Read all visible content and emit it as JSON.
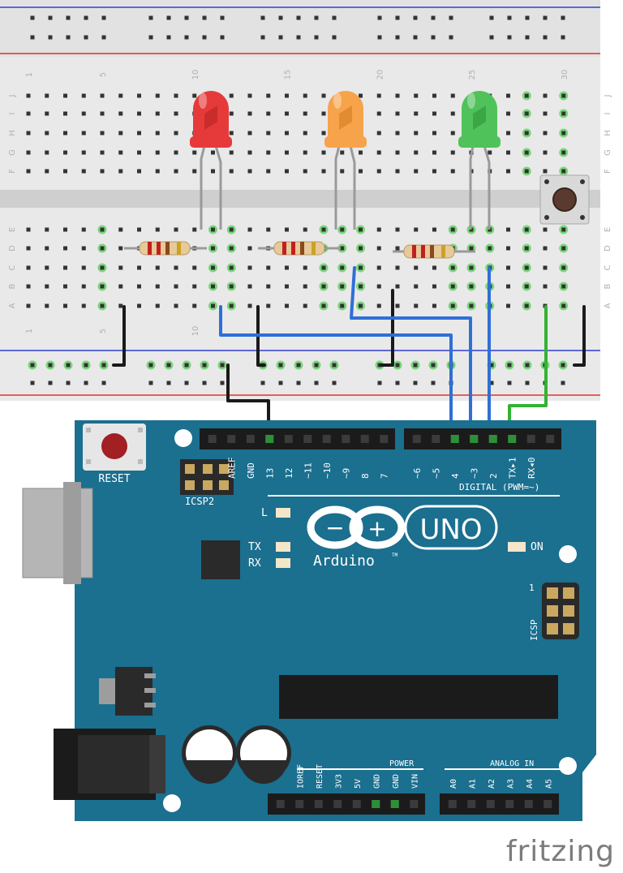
{
  "breadboard": {
    "row_letters_top": [
      "J",
      "I",
      "H",
      "G",
      "F"
    ],
    "row_letters_bottom": [
      "E",
      "D",
      "C",
      "B",
      "A"
    ],
    "column_numbers": [
      "1",
      "5",
      "10",
      "15",
      "20",
      "25",
      "30"
    ],
    "column_numbers_bottom": [
      "1",
      "5",
      "10"
    ]
  },
  "components": {
    "leds": [
      {
        "name": "red-led",
        "color": "#e63a3a",
        "dark": "#b21f1f"
      },
      {
        "name": "orange-led",
        "color": "#f7a34b",
        "dark": "#d07a1e"
      },
      {
        "name": "green-led",
        "color": "#4fc25a",
        "dark": "#2e8f38"
      }
    ],
    "resistor_count": 3,
    "pushbutton": "push-button"
  },
  "wires": {
    "ground_color": "#1a1a1a",
    "signal_color": "#2f6fd6",
    "button_signal_color": "#34b233"
  },
  "arduino": {
    "board_color": "#1b6f8f",
    "reset_label": "RESET",
    "icsp2_label": "ICSP2",
    "icsp_label": "ICSP",
    "icsp_pin1": "1",
    "header_top_labels": [
      "AREF",
      "GND",
      "13",
      "12",
      "~11",
      "~10",
      "~9",
      "8",
      "7",
      "~6",
      "~5",
      "4",
      "~3",
      "2",
      "TX▸1",
      "RX◂0"
    ],
    "digital_label": "DIGITAL (PWM=~)",
    "l_label": "L",
    "tx_label": "TX",
    "rx_label": "RX",
    "on_label": "ON",
    "logo_minus": "−",
    "logo_plus": "+",
    "uno_label": "UNO",
    "brand": "Arduino",
    "tm": "TM",
    "power_label": "POWER",
    "analog_label": "ANALOG IN",
    "power_pins": [
      "IOREF",
      "RESET",
      "3V3",
      "5V",
      "GND",
      "GND",
      "VIN"
    ],
    "analog_pins": [
      "A0",
      "A1",
      "A2",
      "A3",
      "A4",
      "A5"
    ]
  },
  "watermark": "fritzing"
}
